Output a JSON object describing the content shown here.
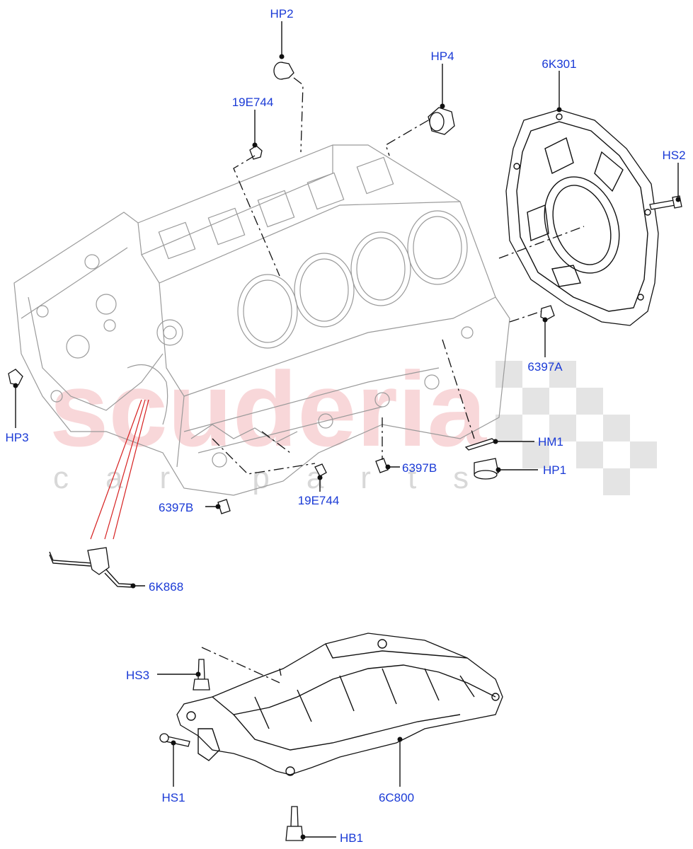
{
  "watermark": {
    "brand": "scuderia",
    "sub": "car parts"
  },
  "labels": {
    "hp2": "HP2",
    "hp4": "HP4",
    "e19e744_top": "19E744",
    "k6k301": "6K301",
    "hs2": "HS2",
    "a6397a": "6397A",
    "hp3": "HP3",
    "hm1": "HM1",
    "hp1": "HP1",
    "b6397b_right": "6397B",
    "b6397b_left": "6397B",
    "e19e744_bottom": "19E744",
    "k6k868": "6K868",
    "hs3": "HS3",
    "hs1": "HS1",
    "c6c800": "6C800",
    "hb1": "HB1"
  },
  "colors": {
    "label": "#1a3ad6",
    "leader": "#111111",
    "ghost_block": "#9a9a9a",
    "red_leader": "#d62020",
    "watermark": "#f3b7bb"
  }
}
